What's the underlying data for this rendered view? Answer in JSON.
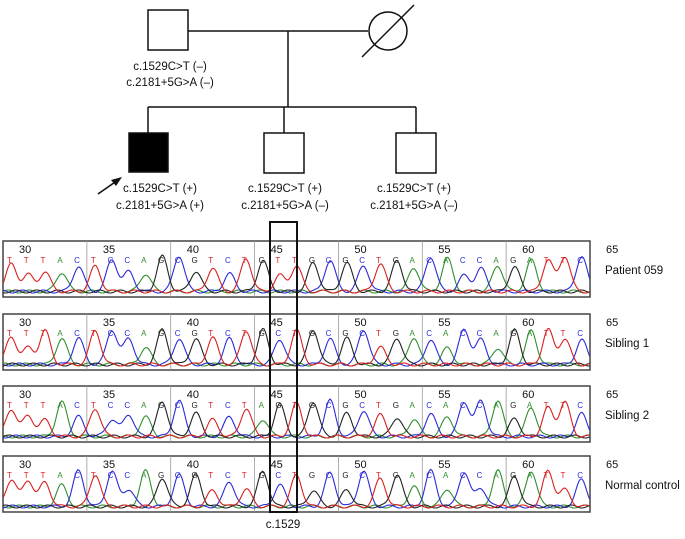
{
  "pedigree": {
    "father": {
      "lines": [
        "c.1529C>T (–)",
        "c.2181+5G>A (–)"
      ]
    },
    "proband": {
      "lines": [
        "c.1529C>T (+)",
        "c.2181+5G>A (+)"
      ]
    },
    "sibling_a": {
      "lines": [
        "c.1529C>T (+)",
        "c.2181+5G>A (–)"
      ]
    },
    "sibling_b": {
      "lines": [
        "c.1529C>T (+)",
        "c.2181+5G>A (–)"
      ]
    }
  },
  "tracks": [
    {
      "label": "Patient 059",
      "numbers": [
        "30",
        "35",
        "40",
        "45",
        "50",
        "55",
        "60",
        "65"
      ],
      "bases": "TTTACTCCAGCGTCTGTTGCGCTGACACCAGATTC"
    },
    {
      "label": "Sibling 1",
      "numbers": [
        "30",
        "35",
        "40",
        "45",
        "50",
        "55",
        "60",
        "65"
      ],
      "bases": "TTTACTCCAGCGTCTGCTGCGCTGACACCAGATTC"
    },
    {
      "label": "Sibling 2",
      "numbers": [
        "30",
        "35",
        "40",
        "45",
        "50",
        "55",
        "60",
        "65"
      ],
      "bases": "TTTACTCCAGCGTCTAGTGCGCTGACACCAGATTC"
    },
    {
      "label": "Normal control",
      "numbers": [
        "30",
        "35",
        "40",
        "45",
        "50",
        "55",
        "60",
        "65"
      ],
      "bases": "TTTACTCCAGCGTCTGCTGCGCTGACACCAGATTC"
    }
  ],
  "highlight_label": "c.1529",
  "colors": {
    "A": "#2f8f2f",
    "C": "#2b2bd8",
    "G": "#222222",
    "T": "#d82020"
  }
}
